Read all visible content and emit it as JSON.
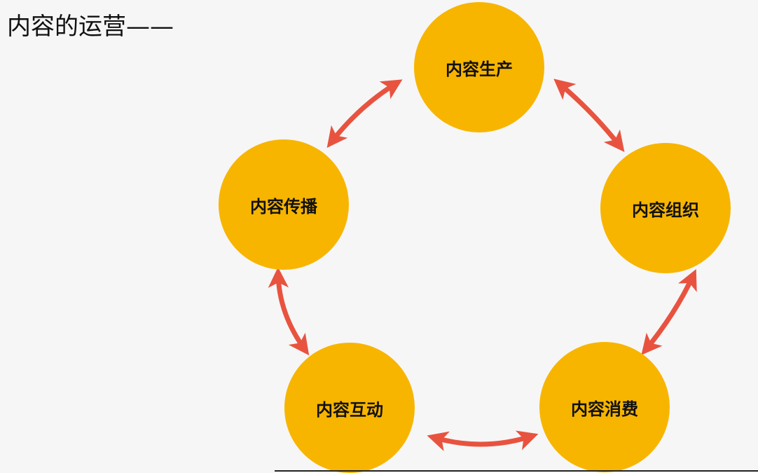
{
  "slide": {
    "title": "内容的运营——"
  },
  "diagram": {
    "node_color": "#f7b500",
    "arrow_color": "#e8533f",
    "nodes": [
      {
        "id": "production",
        "label": "内容生产"
      },
      {
        "id": "organization",
        "label": "内容组织"
      },
      {
        "id": "consumption",
        "label": "内容消费"
      },
      {
        "id": "interaction",
        "label": "内容互动"
      },
      {
        "id": "distribution",
        "label": "内容传播"
      }
    ],
    "connections": [
      {
        "from": "production",
        "to": "organization",
        "bidirectional": true
      },
      {
        "from": "organization",
        "to": "consumption",
        "bidirectional": true
      },
      {
        "from": "consumption",
        "to": "interaction",
        "bidirectional": true
      },
      {
        "from": "interaction",
        "to": "distribution",
        "bidirectional": true
      },
      {
        "from": "distribution",
        "to": "production",
        "bidirectional": true
      }
    ]
  }
}
